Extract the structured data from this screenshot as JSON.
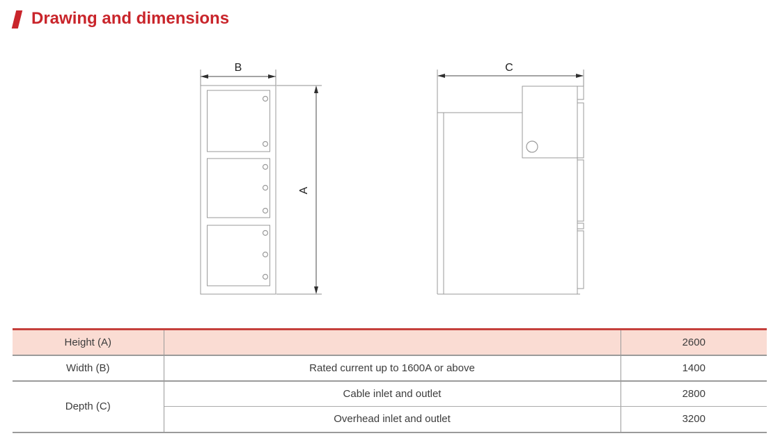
{
  "header": {
    "icon": "slash-icon",
    "title": "Drawing and dimensions",
    "accent_color": "#c9252b"
  },
  "drawings": {
    "front_view": {
      "width_label": "B",
      "height_label": "A",
      "door_count": 3,
      "knob_counts": [
        2,
        3,
        3
      ]
    },
    "side_view": {
      "depth_label": "C"
    },
    "line_color": "#9a9a9a",
    "dimension_text_color": "#222222"
  },
  "table": {
    "highlight_bg": "#fadcd3",
    "top_border_color": "#c5403c",
    "rows": [
      {
        "label": "Height (A)",
        "desc": "",
        "value": "2600"
      },
      {
        "label": "Width (B)",
        "desc": "Rated current up to 1600A or above",
        "value": "1400"
      },
      {
        "label": "Depth (C)",
        "desc": "Cable inlet and outlet",
        "value": "2800"
      },
      {
        "desc": "Overhead inlet and outlet",
        "value": "3200"
      }
    ]
  }
}
